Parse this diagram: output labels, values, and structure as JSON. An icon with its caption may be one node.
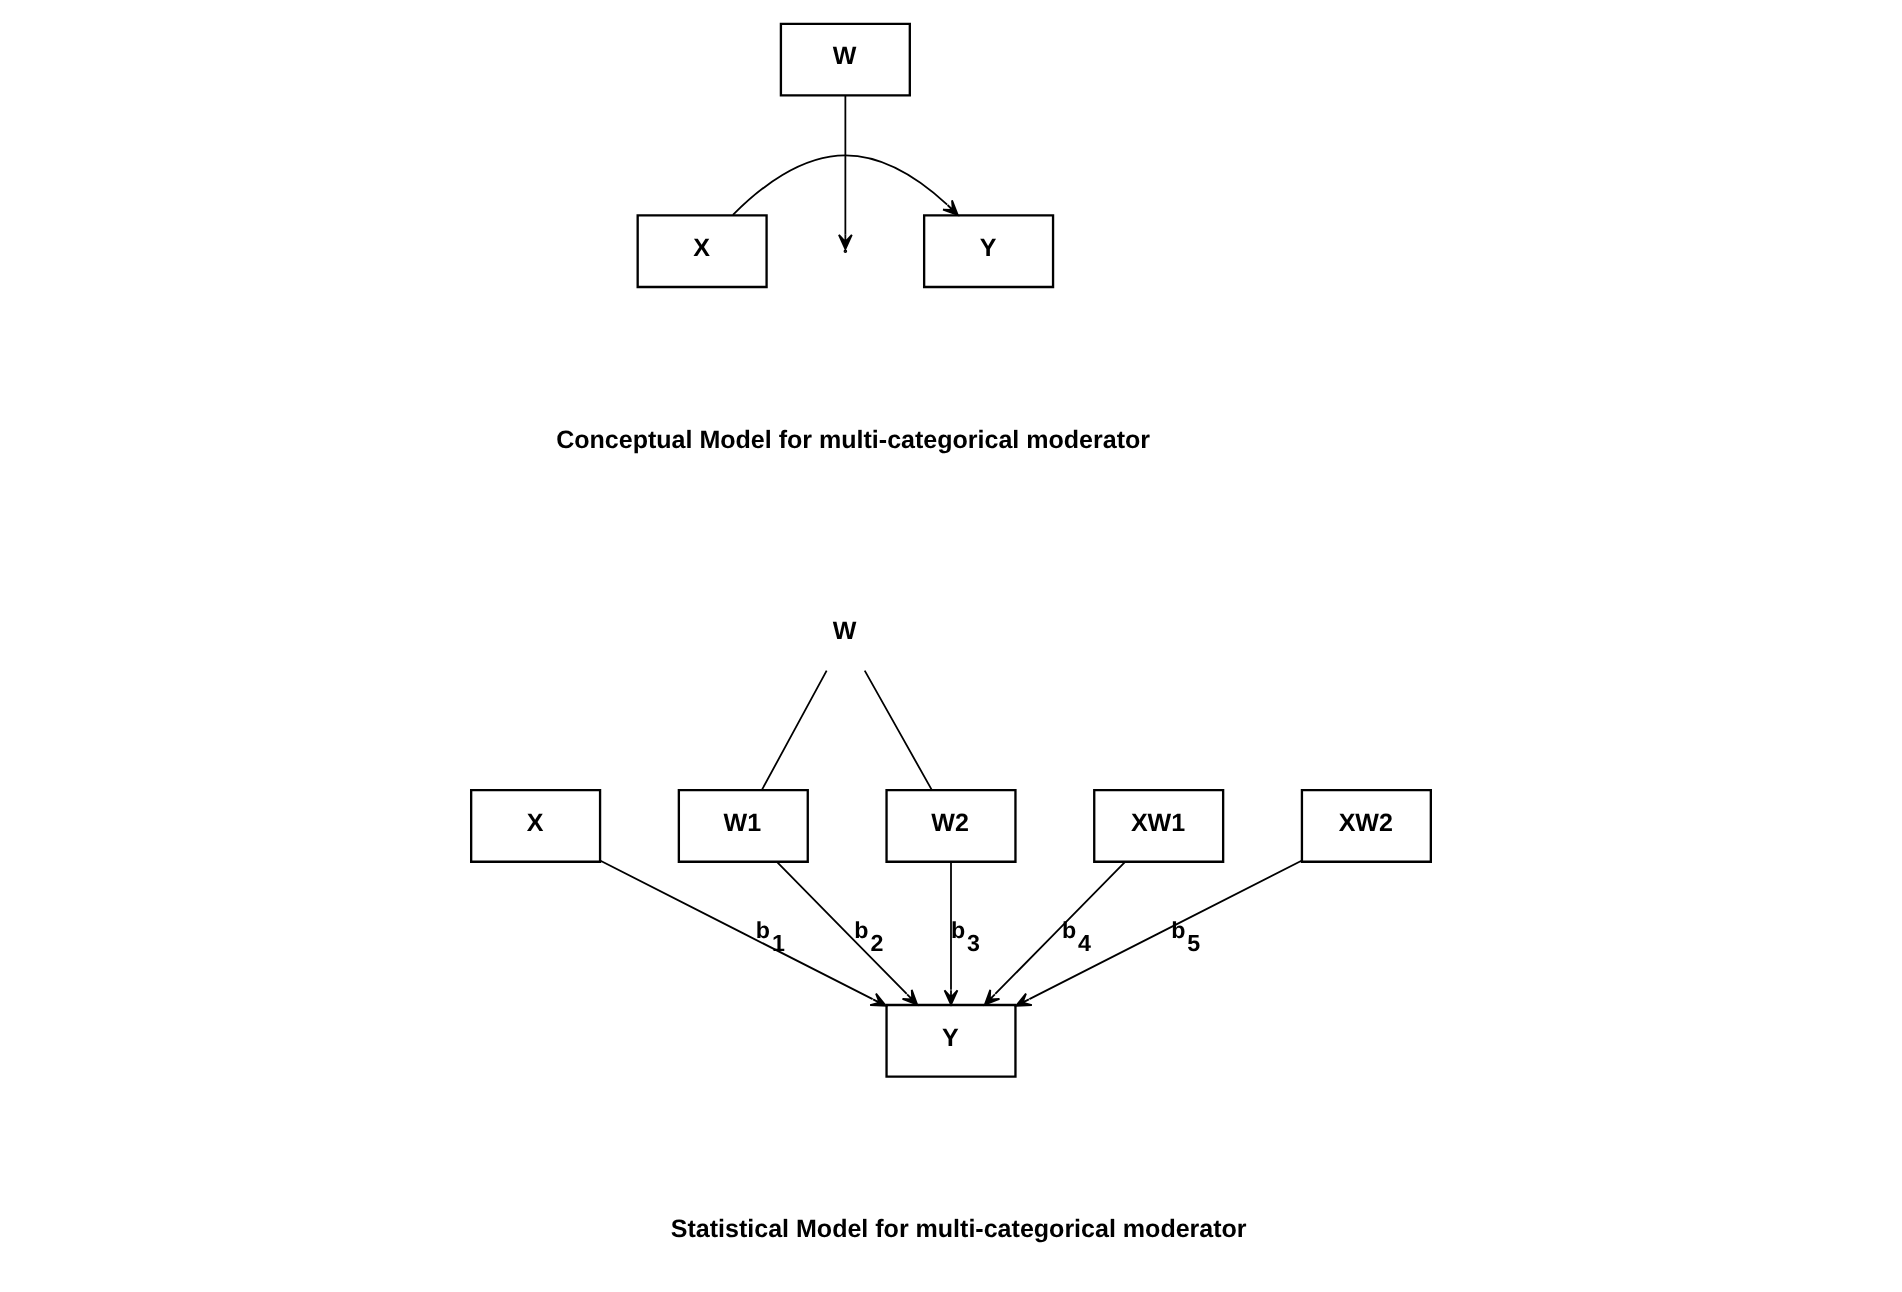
{
  "diagram": {
    "nodes": [
      {
        "text": [
          "W"
        ]
      },
      {
        "text": [
          "X"
        ]
      },
      {
        "text": [
          "Y"
        ]
      },
      {
        "text": [
          "X"
        ]
      },
      {
        "text": [
          "W1"
        ]
      },
      {
        "text": [
          "W"
        ]
      },
      {
        "text": [
          "W2"
        ]
      },
      {
        "text": [
          "XW1"
        ]
      },
      {
        "text": [
          "XW2"
        ]
      },
      {
        "text": [
          "Y"
        ]
      }
    ],
    "edges": [
      {
        "from": 1,
        "to": 2,
        "arrow": "to"
      },
      {
        "from": 0,
        "to": null,
        "arrow": "to"
      },
      {
        "from": 5,
        "to": 4,
        "arrow": "none"
      },
      {
        "from": 5,
        "to": 6,
        "arrow": "none"
      },
      {
        "from": 3,
        "to": 9,
        "arrow": "to",
        "label": "b$_{1}$"
      },
      {
        "from": 4,
        "to": 9,
        "arrow": "to",
        "label": "b$_{2}$"
      },
      {
        "from": 6,
        "to": 9,
        "arrow": "to",
        "label": "b$_{3}$"
      },
      {
        "from": 7,
        "to": 9,
        "arrow": "to",
        "label": "b$_{4}$"
      },
      {
        "from": 8,
        "to": 9,
        "arrow": "to",
        "label": "b$_{5}$"
      }
    ],
    "labels": [
      "Conceptual Model for multi-categorical moderator",
      "Statistical Model for multi-categorical moderator"
    ]
  }
}
